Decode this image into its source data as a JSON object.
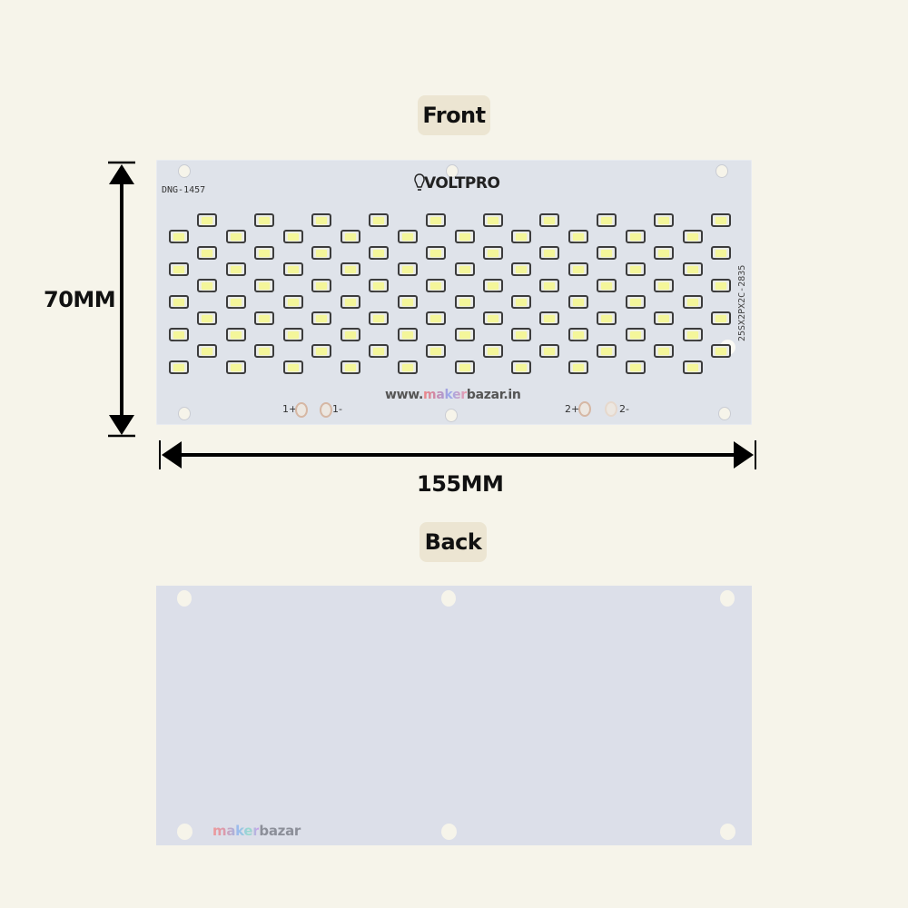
{
  "labels": {
    "front": "Front",
    "back": "Back"
  },
  "dimensions": {
    "height": "70MM",
    "width": "155MM"
  },
  "front_board": {
    "model_code": "DNG-1457",
    "brand": "VOLTPRO",
    "website_prefix": "www.",
    "website_brand_a": "maker",
    "website_brand_b": "bazar.in",
    "vertical_code": "25SX2PX2C-2835",
    "pads": [
      "1+",
      "1-",
      "2+",
      "2-"
    ],
    "led_count": 100,
    "led_color": "#f4f69a"
  },
  "back_board": {
    "watermark_a": "maker",
    "watermark_b": "bazar"
  },
  "colors": {
    "background": "#f6f4ea",
    "pill": "#ece5d2",
    "board_front": "#dfe3ea",
    "board_back": "#dcdfe9"
  }
}
